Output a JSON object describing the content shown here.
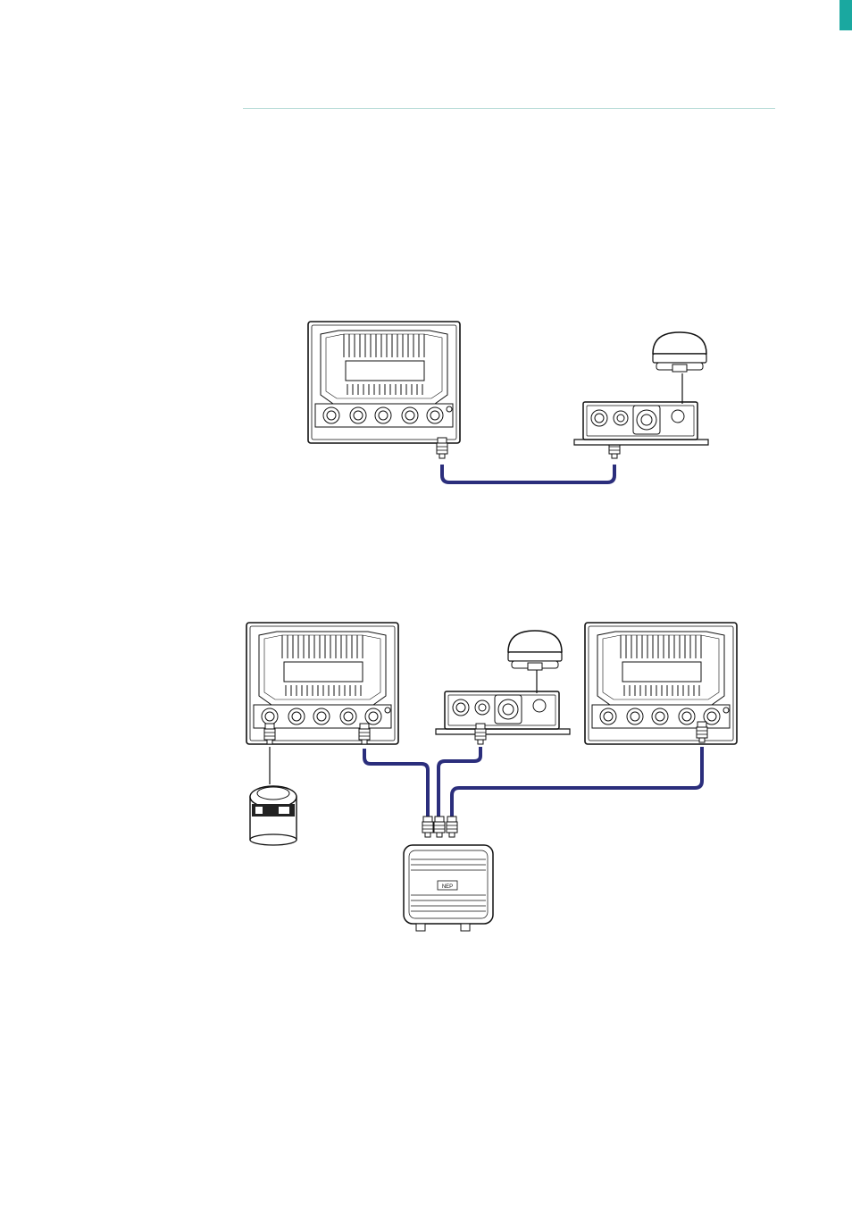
{
  "colors": {
    "accent": "#1aa8a0",
    "rule": "#b9dcd8",
    "cable": "#2b2e7c",
    "line": "#111111"
  },
  "diagrams": [
    {
      "devices": [
        "display-unit",
        "radar-interface-box",
        "radar-antenna"
      ]
    },
    {
      "devices": [
        "display-unit",
        "display-unit",
        "radar-interface-box",
        "radar-antenna",
        "transducer",
        "ethernet-switch"
      ]
    }
  ],
  "switch_label": "NEP"
}
